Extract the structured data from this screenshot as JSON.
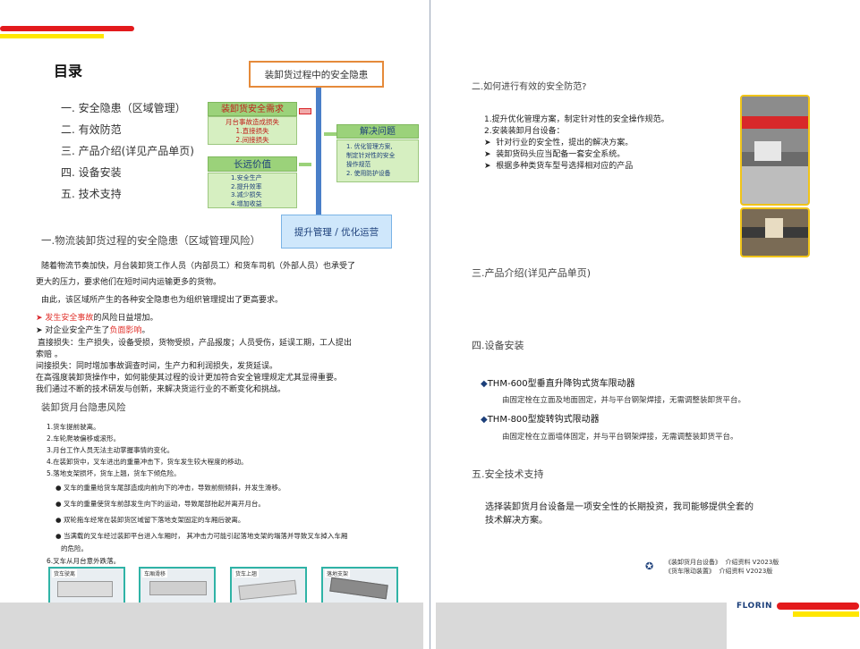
{
  "left": {
    "toc": {
      "title": "目录",
      "items": [
        "一. 安全隐患（区域管理）",
        "二. 有效防范",
        "三. 产品介绍(详见产品单页)",
        "四. 设备安装",
        "五. 技术支持"
      ]
    },
    "diagram": {
      "top_box": "装卸货过程中的安全隐患",
      "need_title": "装卸货安全需求",
      "need_items": [
        "月台事故造成损失",
        "1.直接损失",
        "2.间接损失"
      ],
      "value_title": "长远价值",
      "value_items": [
        "1.安全生产",
        "2.提升效率",
        "3.减少损失",
        "4.增加收益"
      ],
      "solve_title": "解决问题",
      "solve_items": [
        "1. 优化管理方案,",
        "制定针对性的安全",
        "操作规范",
        "2. 使用防护设备"
      ],
      "bottom_box": "提升管理 / 优化运营"
    },
    "section1": {
      "title": "一.物流装卸货过程的安全隐患（区域管理风险）",
      "para1": [
        "随着物流节奏加快，月台装卸货工作人员（内部员工）和货车司机（外部人员）也承受了",
        "更大的压力，要求他们在短时间内运输更多的货物。"
      ],
      "para2": "由此，该区域所产生的各种安全隐患也为组织管理提出了更高要求。",
      "bullet1_red": "发生安全事故",
      "bullet1_rest": "的风险日益增加。",
      "bullet2_pre": "对企业安全产生了",
      "bullet2_red": "负面影响",
      "bullet2_end": "。",
      "lines": [
        "直接损失：生产损失，设备受损，货物受损，产品报废；人员受伤，延误工期，工人提出",
        "索赔 。",
        "间接损失：同时增加事故调查时间，生产力和利润损失，发货延误。",
        "在高强度装卸货操作中，如何能使其过程的设计更加符合安全管理规定尤其显得重要。",
        "我们通过不断的技术研发与创新，来解决货运行业的不断变化和挑战。"
      ]
    },
    "section2": {
      "title": "装卸货月台隐患风险",
      "numbered": [
        "1.货车提前驶离。",
        "2.车轮爬坡偏移或滚形。",
        "3.月台工作人员无法主动掌握事情的变化。",
        "4.在装卸货中，叉车进出的重量冲击下，货车发生较大程度的移动。",
        "5.落地支架损坏，货车上翘，货车下倾危险。"
      ],
      "dots": [
        "叉车的重量给货车尾部造成向前向下的冲击，导致前侧倾斜，并发生滑移。",
        "叉车的重量使货车前部发生向下的运动，导致尾部抬起并离开月台。",
        "双轮拖车经常在装卸货区域留下落地支架固定的车厢后驶离。",
        "当满载的叉车经过装卸平台进入车厢时， 其冲击力可能引起落地支架的塌落并导致叉车掉入车厢"
      ],
      "dot_cont": "的危险。",
      "last": "6.叉车从月台意外跌落。",
      "thumbs": [
        "货车驶离",
        "车厢滑移",
        "货车上翘",
        "落地支架"
      ]
    }
  },
  "right": {
    "sec2": {
      "title": "二.如何进行有效的安全防范?",
      "lines": [
        "1.提升优化管理方案，制定针对性的安全操作规范。",
        "2.安装装卸月台设备："
      ],
      "bullets": [
        "针对行业的安全性，提出的解决方案。",
        "装卸货码头应当配备一套安全系统。",
        "根据多种类货车型号选择相对应的产品"
      ]
    },
    "sec3": {
      "title": "三.产品介绍(详见产品单页)"
    },
    "sec4": {
      "title": "四.设备安装",
      "items": [
        {
          "name": "THM-600型垂直升降钩式货车限动器",
          "desc": "由固定栓在立面及地面固定，并与平台钢架焊接，无需调整装卸货平台。"
        },
        {
          "name": "THM-800型旋转钩式限动器",
          "desc": "由固定栓在立面墙体固定，并与平台钢架焊接，无需调整装卸货平台。"
        }
      ]
    },
    "sec5": {
      "title": "五.安全技术支持",
      "para": [
        "选择装卸货月台设备是一项安全性的长期投资，我司能够提供全套的",
        "技术解决方案。"
      ]
    },
    "refs": [
      {
        "name": "《装卸货月台设备》",
        "tag": "介绍资料 V2023版"
      },
      {
        "name": "《货车限动装置》",
        "tag": "介绍资料 V2023版"
      }
    ],
    "brand": "FLORIN"
  },
  "colors": {
    "red": "#e31a1c",
    "yellow": "#ffe600",
    "blue": "#4a7fc8",
    "orange": "#e58a3a",
    "teal": "#2fb3a6"
  }
}
